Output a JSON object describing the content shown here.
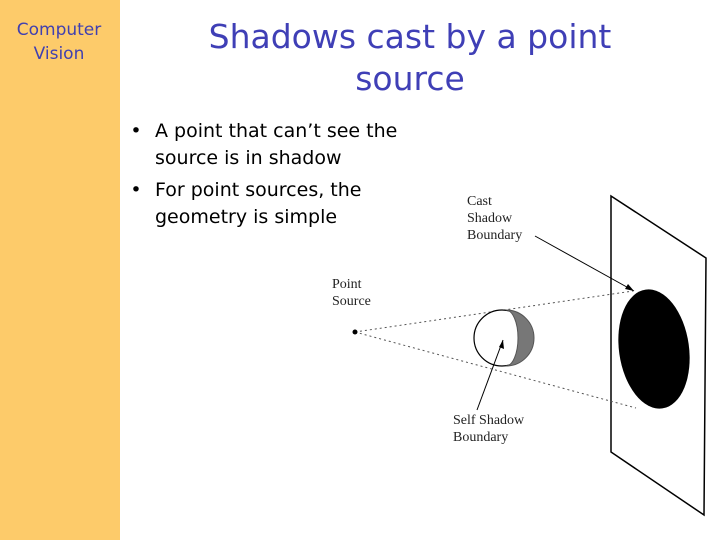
{
  "sidebar": {
    "label_line1": "Computer",
    "label_line2": "Vision"
  },
  "slide": {
    "title_line1": "Shadows cast by a point",
    "title_line2": "source",
    "bullets": [
      {
        "marker": "•",
        "line1": "A point that can’t see the",
        "line2": "source is in shadow"
      },
      {
        "marker": "•",
        "line1": "For point sources, the",
        "line2": "geometry is simple"
      }
    ]
  },
  "figure": {
    "labels": {
      "cast_1": "Cast",
      "cast_2": "Shadow",
      "cast_3": "Boundary",
      "point_1": "Point",
      "point_2": "Source",
      "self_1": "Self Shadow",
      "self_2": "Boundary"
    }
  },
  "colors": {
    "sidebar": "#fdcb6a",
    "title": "#3f3fb6",
    "sidebar_text": "#4040b0",
    "shadow_gray": "#777777"
  }
}
